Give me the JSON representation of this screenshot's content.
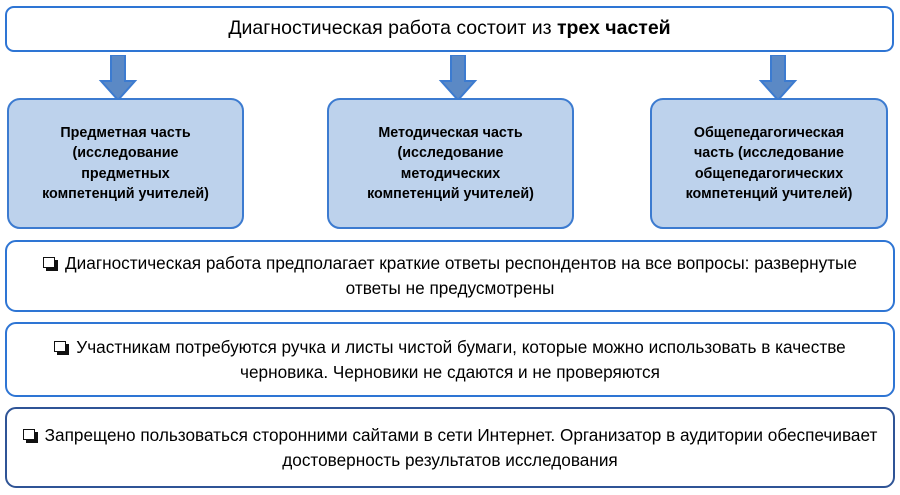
{
  "slide": {
    "title": {
      "text_plain": "Диагностическая работа состоит из трех частей",
      "text_normal": "Диагностическая работа состоит из ",
      "text_bold": "трех частей"
    },
    "arrows": [
      {
        "name": "arrow-down-part-1",
        "glyph": "down-arrow-icon"
      },
      {
        "name": "arrow-down-part-2",
        "glyph": "down-arrow-icon"
      },
      {
        "name": "arrow-down-part-3",
        "glyph": "down-arrow-icon"
      }
    ],
    "parts": [
      {
        "id": "subject",
        "lines": [
          "Предметная часть",
          "(исследование",
          "предметных",
          "компетенций учителей)"
        ],
        "text": "Предметная часть (исследование предметных компетенций учителей)"
      },
      {
        "id": "methodical",
        "lines": [
          "Методическая часть",
          "(исследование",
          "методических",
          "компетенций учителей)"
        ],
        "text": "Методическая часть (исследование методических компетенций учителей)"
      },
      {
        "id": "general-pedagogical",
        "lines": [
          "Общепедагогическая",
          "часть (исследование",
          "общепедагогических",
          "компетенций учителей)"
        ],
        "text": "Общепедагогическая часть (исследование общепедагогических компетенций учителей)"
      }
    ],
    "notes": [
      {
        "id": "short-answers",
        "bullet": "hollow-square-bullet",
        "text": "Диагностическая работа предполагает краткие ответы респондентов на все вопросы: развернутые ответы не предусмотрены"
      },
      {
        "id": "draft-paper",
        "bullet": "hollow-square-bullet",
        "text": "Участникам потребуются ручка и листы чистой бумаги, которые можно использовать в качестве черновика. Черновики не сдаются и не проверяются"
      },
      {
        "id": "no-internet",
        "bullet": "hollow-square-bullet",
        "text": "Запрещено пользоваться сторонними сайтами в сети Интернет. Организатор в аудитории обеспечивает достоверность результатов исследования"
      }
    ],
    "colors": {
      "border_blue": "#2E75D4",
      "border_navy": "#2F5496",
      "box_fill_blue": "#BDD2EC",
      "arrow_fill": "#5B89C5",
      "arrow_border": "#3C7BD0",
      "background": "#FFFFFF",
      "text": "#000000"
    }
  }
}
